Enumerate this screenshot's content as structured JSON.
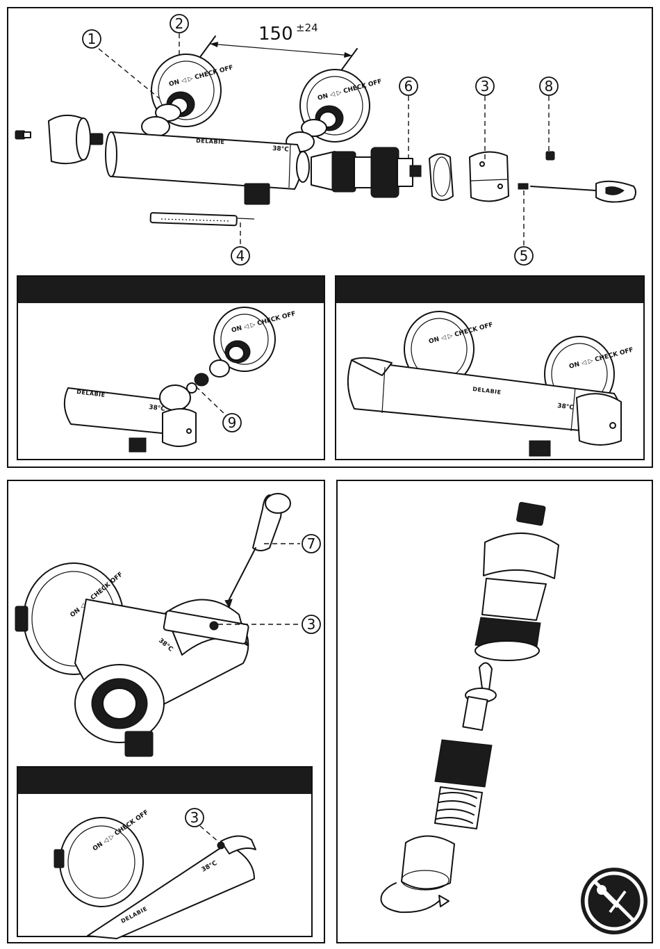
{
  "dimension": {
    "value": "150",
    "tolerance": "±24"
  },
  "brand": "DELABIE",
  "temperature_mark": "38°C",
  "mixer_label": "ON ◁ ▷ CHECK OFF",
  "callouts": {
    "c1": "1",
    "c2": "2",
    "c3": "3",
    "c4": "4",
    "c5": "5",
    "c6": "6",
    "c7": "7",
    "c8": "8",
    "c9": "9"
  },
  "icons": [
    "no-tools-wrench-screwdriver-icon",
    "rotate-arrow-icon"
  ]
}
